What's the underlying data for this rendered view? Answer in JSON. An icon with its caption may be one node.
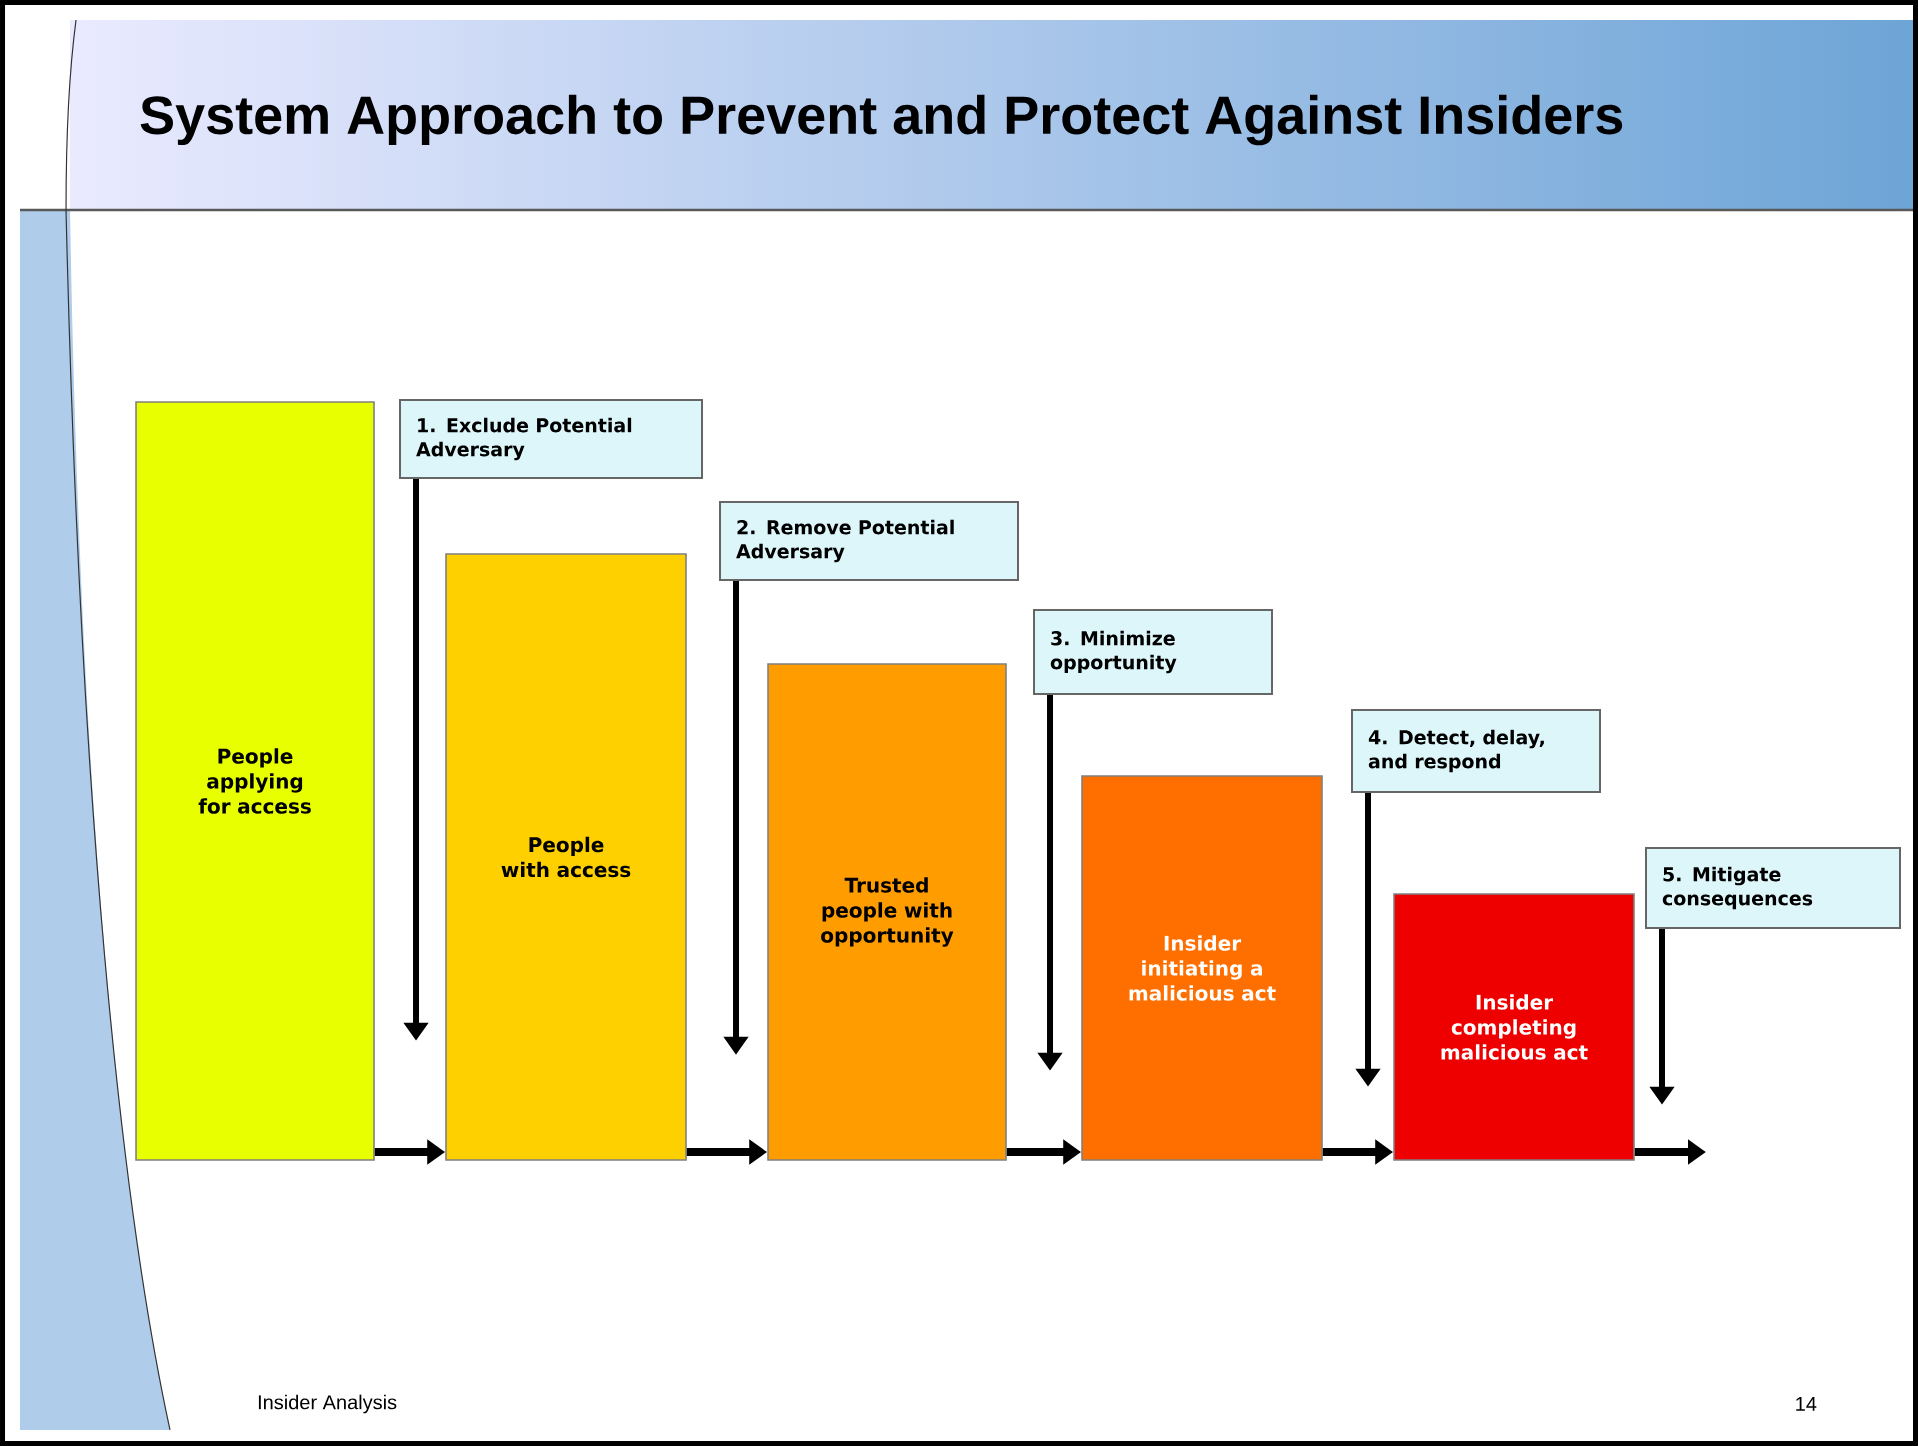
{
  "diagram": {
    "title": "System Approach to Prevent and Protect Against Insiders",
    "nodes": [
      {
        "text": [
          "People applying for access"
        ]
      },
      {
        "text": [
          "People with access"
        ]
      },
      {
        "text": [
          "Trusted people with opportunity"
        ]
      },
      {
        "text": [
          "Insider initiating a malicious act"
        ]
      },
      {
        "text": [
          "Insider completing malicious act"
        ]
      },
      {
        "text": [
          "1. Exclude Potential Adversary"
        ]
      },
      {
        "text": [
          "2. Remove Potential Adversary"
        ]
      },
      {
        "text": [
          "3. Minimize opportunity"
        ]
      },
      {
        "text": [
          "4. Detect, delay, and respond"
        ]
      },
      {
        "text": [
          "5. Mitigate consequences"
        ]
      }
    ],
    "edges": [
      {
        "from": 0,
        "to": 1,
        "arrow": "to"
      },
      {
        "from": 1,
        "to": 2,
        "arrow": "to"
      },
      {
        "from": 2,
        "to": 3,
        "arrow": "to"
      },
      {
        "from": 3,
        "to": 4,
        "arrow": "to"
      },
      {
        "from": 4,
        "to": null,
        "arrow": "to"
      },
      {
        "from": 5,
        "to": 1,
        "arrow": "to"
      },
      {
        "from": 6,
        "to": 2,
        "arrow": "to"
      },
      {
        "from": 7,
        "to": 3,
        "arrow": "to"
      },
      {
        "from": 8,
        "to": 4,
        "arrow": "to"
      },
      {
        "from": 9,
        "to": 4,
        "arrow": "to"
      }
    ],
    "labels": [
      "Insider Analysis",
      "14"
    ]
  }
}
